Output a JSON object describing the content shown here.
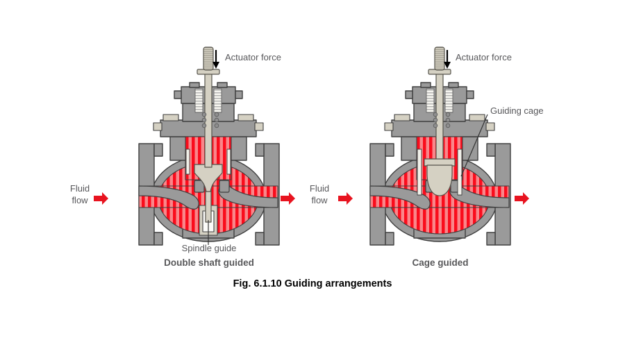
{
  "figure": {
    "caption": "Fig. 6.1.10 Guiding arrangements"
  },
  "labels": {
    "actuator_force": "Actuator force",
    "fluid_flow_line1": "Fluid",
    "fluid_flow_line2": "flow"
  },
  "left_valve": {
    "title": "Double shaft guided",
    "part_label": "Spindle guide"
  },
  "right_valve": {
    "title": "Cage guided",
    "part_label": "Guiding cage"
  },
  "colors": {
    "body_gray": "#9a9a9a",
    "outline": "#3f3f3f",
    "fluid_red_bright": "#fa0c1c",
    "fluid_red_light": "#f9868a",
    "metal_beige": "#d5d1c3",
    "packing_white": "#f7f6f0",
    "arrow_red": "#e8131f",
    "label_gray": "#57575a"
  }
}
